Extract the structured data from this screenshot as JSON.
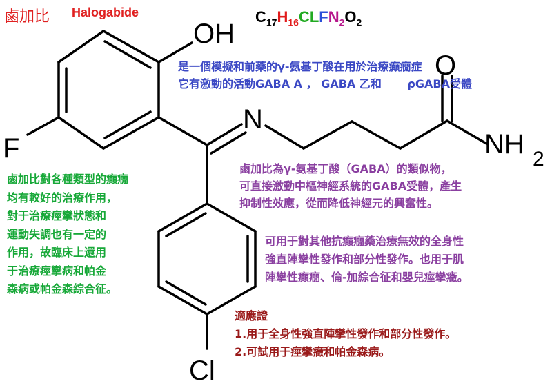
{
  "title": {
    "zh": "鹵加比",
    "en": "Halogabide"
  },
  "formula": [
    {
      "text": "C",
      "sub": "17",
      "color": "#000000"
    },
    {
      "text": "H",
      "sub": "16",
      "color": "#e11b1b"
    },
    {
      "text": "CL",
      "sub": "",
      "color": "#22aa22"
    },
    {
      "text": "F",
      "sub": "",
      "color": "#2a4fd8"
    },
    {
      "text": "N",
      "sub": "2",
      "color": "#b6168b"
    },
    {
      "text": "O",
      "sub": "2",
      "color": "#000000"
    }
  ],
  "atoms": {
    "oh": "OH",
    "f": "F",
    "n": "N",
    "o": "O",
    "nh2": "NH",
    "nh2_sub": "2",
    "cl": "Cl"
  },
  "notes": {
    "blue": [
      "是一個模擬和前藥的γ-氨基丁酸在用於治療癲癇症",
      "它有激動的活動GABA A ， GABA 乙和　　 ρGABA受體"
    ],
    "purple_mechanism": [
      "鹵加比為γ-氨基丁酸（GABA）的類似物，",
      "可直接激動中樞神經系統的GABA受體，產生",
      "抑制性效應，從而降低神經元的興奮性。"
    ],
    "green_efficacy": [
      "鹵加比對各種類型的癲癇",
      "均有較好的治療作用，",
      "對于治療痙攣狀態和",
      "運動失調也有一定的",
      "作用，故臨床上還用",
      "于治療痙攣病和帕金",
      "森病或帕金森綜合征。"
    ],
    "purple_use": [
      "可用于對其他抗癲癇藥治療無效的全身性",
      "強直陣攣性發作和部分性發作。也用于肌",
      "陣攣性癲癇、倫-加綜合征和嬰兒痙攣癥。"
    ],
    "indications": [
      "適應證",
      "1.用于全身性強直陣攣性發作和部分性發作。",
      "2.可試用于痙攣癥和帕金森病。"
    ]
  }
}
